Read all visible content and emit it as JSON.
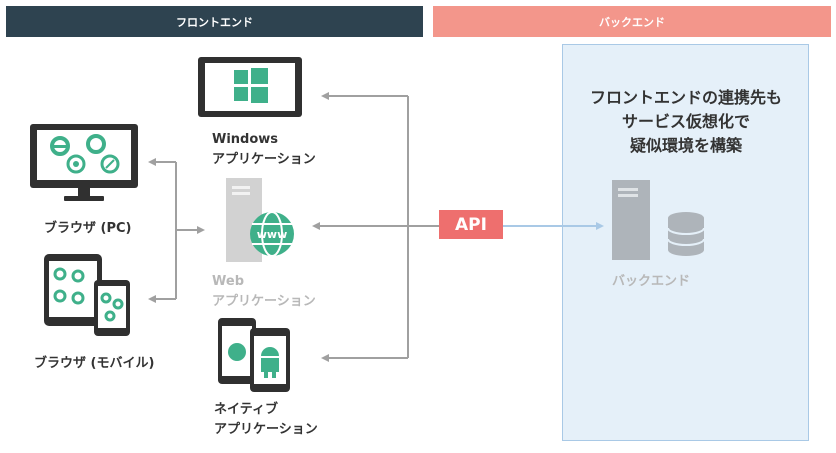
{
  "banners": {
    "frontend": "フロントエンド",
    "backend": "バックエンド"
  },
  "headline": {
    "line1": "フロントエンドの連携先も",
    "line2": "サービス仮想化で",
    "line3": "疑似環境を構築"
  },
  "api_label": "API",
  "browser_pc": {
    "label": "ブラウザ (PC)",
    "icon": "desktop-browsers-icon"
  },
  "browser_mobile": {
    "label": "ブラウザ (モバイル)",
    "icon": "tablet-phone-browsers-icon"
  },
  "windows_app": {
    "line1": "Windows",
    "line2": "アプリケーション",
    "icon": "windows-monitor-icon"
  },
  "web_app": {
    "line1": "Web",
    "line2": "アプリケーション",
    "icon": "web-server-icon"
  },
  "native_app": {
    "line1": "ネイティブ",
    "line2": "アプリケーション",
    "icon": "smartphones-icon"
  },
  "backend_node": {
    "label": "バックエンド",
    "icon": "server-database-icon"
  },
  "colors": {
    "frontend_banner": "#2e4350",
    "backend_banner": "#f3968b",
    "backend_panel_fill": "#e5f0f9",
    "backend_panel_border": "#a9c9e6",
    "api_badge": "#ee6f6e",
    "device_dark": "#303030",
    "icon_green": "#3fb08a",
    "muted_gray": "#b8b8b8",
    "arrow_gray": "#a0a0a0"
  }
}
